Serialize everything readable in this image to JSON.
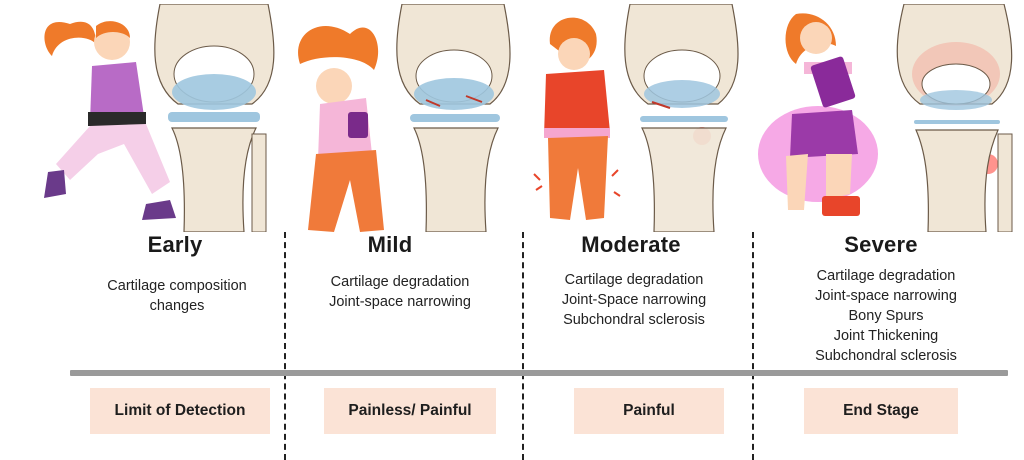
{
  "stages": [
    {
      "name": "Early",
      "features": [
        "Cartilage composition",
        "changes"
      ],
      "outcome": "Limit of Detection",
      "figure": "jogging-woman-icon",
      "knee": "healthy-knee-icon"
    },
    {
      "name": "Mild",
      "features": [
        "Cartilage degradation",
        "Joint-space narrowing"
      ],
      "outcome": "Painless/ Painful",
      "figure": "tired-woman-icon",
      "knee": "mild-oa-knee-icon"
    },
    {
      "name": "Moderate",
      "features": [
        "Cartilage degradation",
        "Joint-Space narrowing",
        "Subchondral sclerosis"
      ],
      "outcome": "Painful",
      "figure": "woman-in-pain-icon",
      "knee": "moderate-oa-knee-icon"
    },
    {
      "name": "Severe",
      "features": [
        "Cartilage degradation",
        "Joint-space narrowing",
        "Bony Spurs",
        "Joint Thickening",
        "Subchondral sclerosis"
      ],
      "outcome": "End Stage",
      "figure": "seated-woman-reading-icon",
      "knee": "severe-oa-knee-icon"
    }
  ],
  "colors": {
    "outcome_box": "#fbe3d6",
    "timeline": "#9a9a9a",
    "bone": "#f0e6d6",
    "cartilage": "#9fc6df",
    "inflammation": "#ff3b30",
    "hair": "#ef7a2a",
    "skin": "#fbd6b8"
  }
}
